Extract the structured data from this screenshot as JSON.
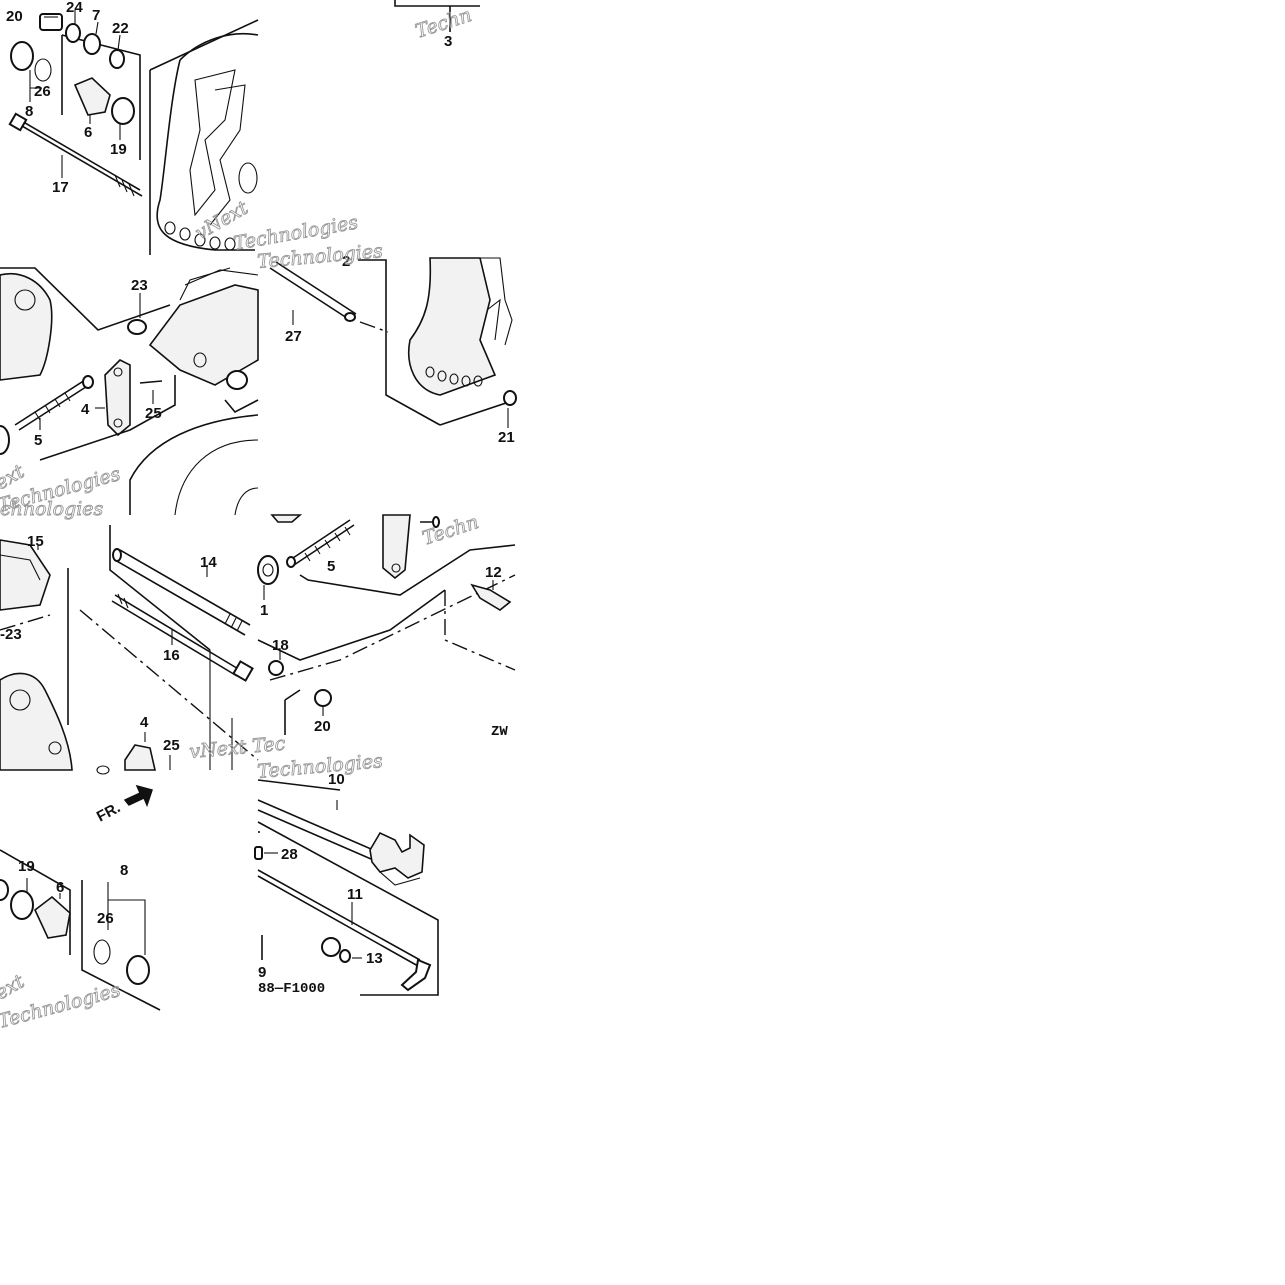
{
  "diagram": {
    "callouts": [
      "20",
      "24",
      "7",
      "22",
      "26",
      "8",
      "6",
      "19",
      "17",
      "3",
      "23",
      "4",
      "25",
      "5",
      "27",
      "2",
      "21",
      "15",
      "14",
      "1",
      "5",
      "12",
      "-23",
      "16",
      "18",
      "20",
      "4",
      "25",
      "10",
      "28",
      "19",
      "6",
      "8",
      "26",
      "11",
      "13",
      "9"
    ],
    "figure_codes": [
      "ZW",
      "88—F1000"
    ],
    "direction_label": "FR.",
    "watermarks": [
      "Techn",
      "vNext",
      "Technologies",
      "ext",
      "Technologies",
      "Technologies",
      "Techn",
      "vNext Tec",
      "Technologies",
      "ext",
      "Technologies",
      "chnologies",
      "Technologies"
    ]
  },
  "colors": {
    "ink": "#111111",
    "watermark": "#9a9a9a",
    "background": "#ffffff"
  }
}
